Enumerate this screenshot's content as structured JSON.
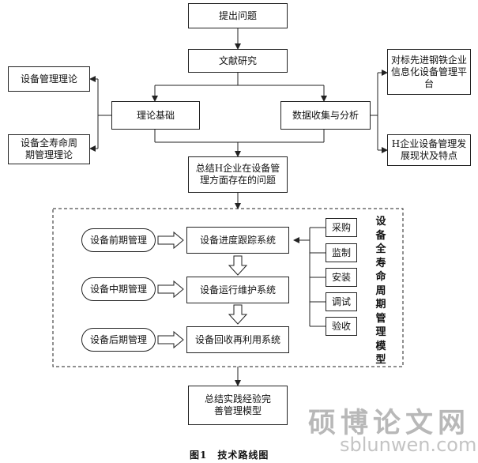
{
  "nodes": {
    "raise_problem": "提出问题",
    "lit_research": "文献研究",
    "theory_base": "理论基础",
    "data_analysis": "数据收集与分析",
    "equip_theory": "设备管理理论",
    "lifecycle_theory": "设备全寿命周期管理理论",
    "benchmark": "对标先进钢铁企业信息化设备管理平台",
    "h_status": "H企业设备管理发展现状及特点",
    "summary_problems": "总结H企业在设备管理方面存在的问题",
    "early_mgmt": "设备前期管理",
    "mid_mgmt": "设备中期管理",
    "late_mgmt": "设备后期管理",
    "progress_sys": "设备进度跟踪系统",
    "maint_sys": "设备运行维护系统",
    "recycle_sys": "设备回收再利用系统",
    "purchase": "采购",
    "supervise": "监制",
    "install": "安装",
    "debug": "调试",
    "acceptance": "验收",
    "model_label": "设备全寿命周期管理模型",
    "final": "总结实践经验完善管理模型"
  },
  "caption": "图1　技术路线图",
  "watermark": {
    "cn": "硕博论文网",
    "en": "sblunwen.com"
  }
}
